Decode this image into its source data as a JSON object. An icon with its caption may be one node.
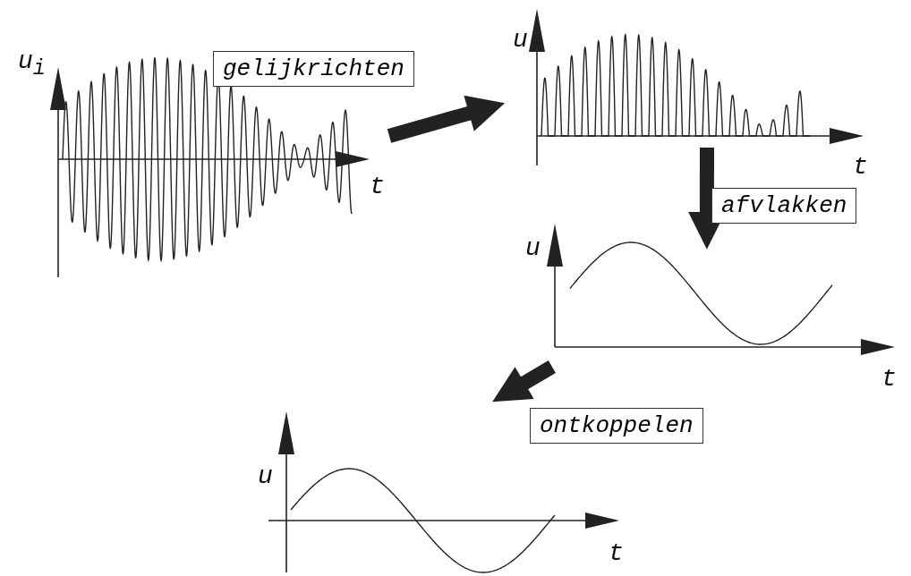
{
  "diagram": {
    "nodes": [
      {
        "text": [
          "u$_{i}$",
          "t"
        ]
      },
      {
        "text": [
          "u",
          "t"
        ]
      },
      {
        "text": [
          "u",
          "t"
        ]
      },
      {
        "text": [
          "u",
          "t"
        ]
      }
    ],
    "edges": [
      {
        "from": 0,
        "to": 1,
        "arrow": "to",
        "label": "gelijkrichten"
      },
      {
        "from": 1,
        "to": 2,
        "arrow": "to",
        "label": "afvlakken"
      },
      {
        "from": 2,
        "to": 3,
        "arrow": "to",
        "label": "ontkoppelen"
      }
    ]
  }
}
